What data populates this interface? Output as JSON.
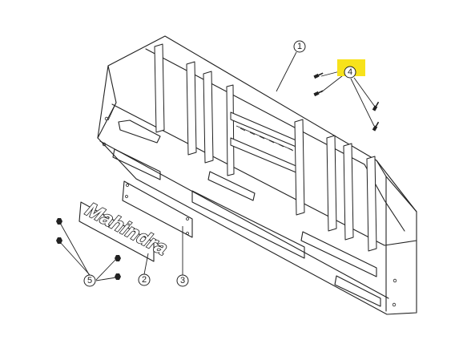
{
  "diagram": {
    "balloons": [
      {
        "id": "1",
        "label": "1"
      },
      {
        "id": "2",
        "label": "2"
      },
      {
        "id": "3",
        "label": "3"
      },
      {
        "id": "4",
        "label": "4"
      },
      {
        "id": "5",
        "label": "5"
      }
    ],
    "logo_text": "Mahindra",
    "colors": {
      "line": "#222222",
      "highlight": "#f7e21b",
      "background": "#ffffff"
    }
  }
}
